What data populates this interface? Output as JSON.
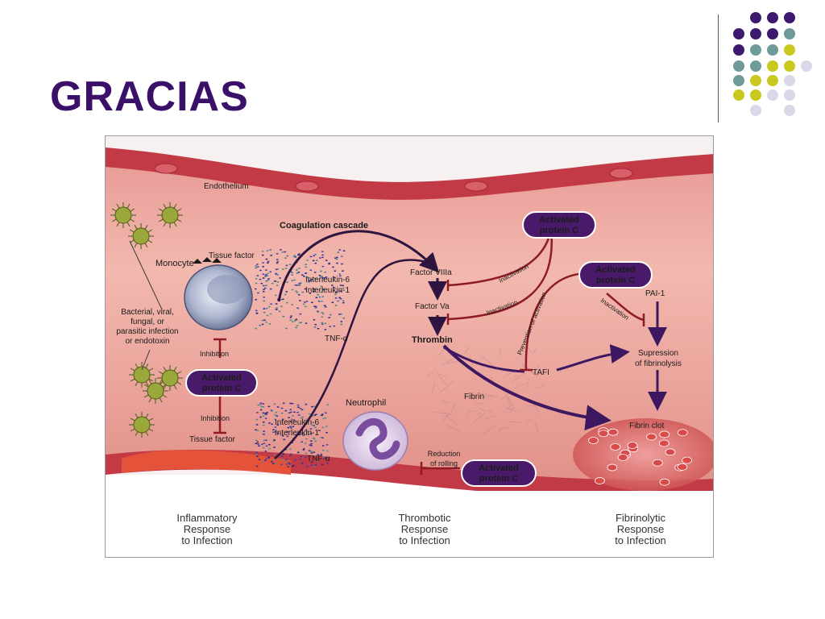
{
  "slide": {
    "title": "GRACIAS"
  },
  "decor": {
    "dot_colors": {
      "purple": "#3d1a6e",
      "teal": "#6f9a9a",
      "olive": "#c8c81e",
      "lavender": "#d8d8e8"
    }
  },
  "diagram": {
    "labels": {
      "endothelium": "Endothelium",
      "coagulation_cascade": "Coagulation cascade",
      "tissue_factor_top": "Tissue factor",
      "monocyte": "Monocyte",
      "interleukin6_top": "Interleukin-6",
      "interleukin1_top": "Interleukin-1",
      "tnf_top": "TNF-α",
      "infection_line1": "Bacterial, viral,",
      "infection_line2": "fungal, or",
      "infection_line3": "parasitic infection",
      "infection_line4": "or endotoxin",
      "inhibition_top": "Inhibition",
      "apc_left_line1": "Activated",
      "apc_left_line2": "protein C",
      "inhibition_bottom": "Inhibition",
      "tissue_factor_bottom": "Tissue factor",
      "interleukin6_bottom": "Interleukin-6",
      "interleukin1_bottom": "Interleukin-1",
      "tnf_bottom": "TNF-α",
      "neutrophil": "Neutrophil",
      "factor_viiia": "Factor VIIIa",
      "factor_va": "Factor Va",
      "thrombin": "Thrombin",
      "fibrin": "Fibrin",
      "inactivation_1": "Inactivation",
      "inactivation_2": "Inactivation",
      "prevention": "Prevention of activation",
      "apc_top_line1": "Activated",
      "apc_top_line2": "protein C",
      "apc_right_line1": "Activated",
      "apc_right_line2": "protein C",
      "pai1": "PAI-1",
      "inactivation_3": "Inactivation",
      "tafi": "TAFI",
      "suppression_line1": "Supression",
      "suppression_line2": "of fibrinolysis",
      "fibrin_clot": "Fibrin clot",
      "reduction_line1": "Reduction",
      "reduction_line2": "of rolling",
      "apc_bottom_line1": "Activated",
      "apc_bottom_line2": "protein C"
    },
    "footer": {
      "inflammatory": [
        "Inflammatory",
        "Response",
        "to Infection"
      ],
      "thrombotic": [
        "Thrombotic",
        "Response",
        "to Infection"
      ],
      "fibrinolytic": [
        "Fibrinolytic",
        "Response",
        "to Infection"
      ]
    }
  }
}
